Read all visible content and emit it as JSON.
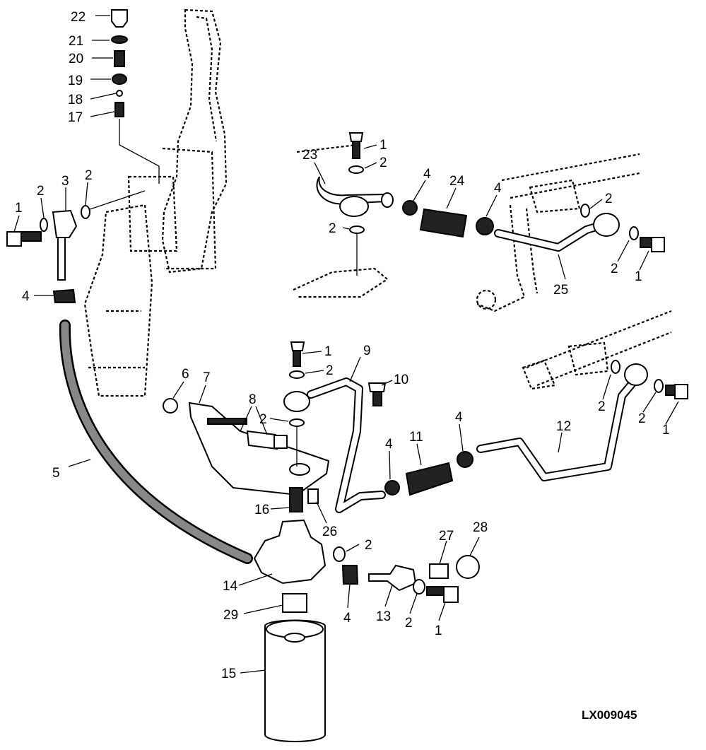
{
  "diagram": {
    "drawing_code": "LX009045",
    "callouts": [
      {
        "id": "c22",
        "text": "22"
      },
      {
        "id": "c21",
        "text": "21"
      },
      {
        "id": "c20",
        "text": "20"
      },
      {
        "id": "c19",
        "text": "19"
      },
      {
        "id": "c18",
        "text": "18"
      },
      {
        "id": "c17",
        "text": "17"
      },
      {
        "id": "c1a",
        "text": "1"
      },
      {
        "id": "c2a",
        "text": "2"
      },
      {
        "id": "c3",
        "text": "3"
      },
      {
        "id": "c2b",
        "text": "2"
      },
      {
        "id": "c4a",
        "text": "4"
      },
      {
        "id": "c5",
        "text": "5"
      },
      {
        "id": "c6",
        "text": "6"
      },
      {
        "id": "c7",
        "text": "7"
      },
      {
        "id": "c8",
        "text": "8"
      },
      {
        "id": "c2c",
        "text": "2"
      },
      {
        "id": "c1b",
        "text": "1"
      },
      {
        "id": "c2d",
        "text": "2"
      },
      {
        "id": "c9",
        "text": "9"
      },
      {
        "id": "c10",
        "text": "10"
      },
      {
        "id": "c23",
        "text": "23"
      },
      {
        "id": "c1c",
        "text": "1"
      },
      {
        "id": "c2e",
        "text": "2"
      },
      {
        "id": "c4b",
        "text": "4"
      },
      {
        "id": "c24",
        "text": "24"
      },
      {
        "id": "c4c",
        "text": "4"
      },
      {
        "id": "c2f",
        "text": "2"
      },
      {
        "id": "c2g",
        "text": "2"
      },
      {
        "id": "c2h",
        "text": "2"
      },
      {
        "id": "c1d",
        "text": "1"
      },
      {
        "id": "c25",
        "text": "25"
      },
      {
        "id": "c11",
        "text": "11"
      },
      {
        "id": "c4d",
        "text": "4"
      },
      {
        "id": "c4e",
        "text": "4"
      },
      {
        "id": "c12",
        "text": "12"
      },
      {
        "id": "c2i",
        "text": "2"
      },
      {
        "id": "c2j",
        "text": "2"
      },
      {
        "id": "c1e",
        "text": "1"
      },
      {
        "id": "c16",
        "text": "16"
      },
      {
        "id": "c26",
        "text": "26"
      },
      {
        "id": "c2k",
        "text": "2"
      },
      {
        "id": "c27",
        "text": "27"
      },
      {
        "id": "c28",
        "text": "28"
      },
      {
        "id": "c14",
        "text": "14"
      },
      {
        "id": "c4f",
        "text": "4"
      },
      {
        "id": "c13",
        "text": "13"
      },
      {
        "id": "c2l",
        "text": "2"
      },
      {
        "id": "c1f",
        "text": "1"
      },
      {
        "id": "c29",
        "text": "29"
      },
      {
        "id": "c15",
        "text": "15"
      }
    ]
  }
}
